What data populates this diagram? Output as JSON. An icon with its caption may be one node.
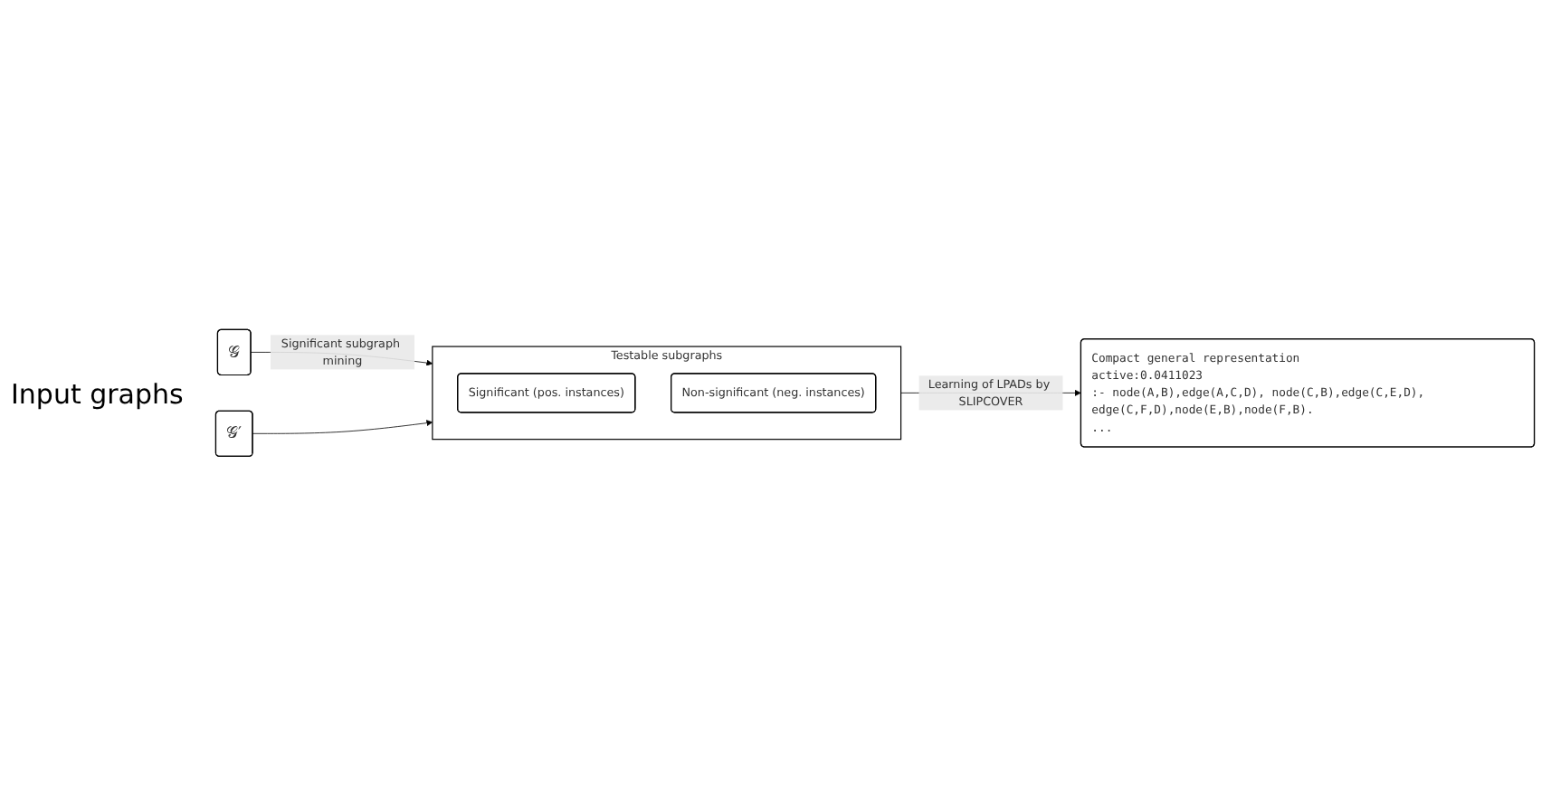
{
  "diagram": {
    "nodes": [
      {
        "text": [
          "𝒢"
        ]
      },
      {
        "text": [
          "𝒢′"
        ]
      },
      {
        "text": [
          "Testable subgraphs"
        ]
      },
      {
        "text": [
          "Significant (pos. instances)"
        ],
        "in": 2
      },
      {
        "text": [
          "Non-significant (neg. instances)"
        ],
        "in": 2
      },
      {
        "text": [
          "Compact general representation",
          "active:0.0411023",
          ":- node(A,B),edge(A,C,D), node(C,B),edge(C,E,D), edge(C,F,D),node(E,B),node(F,B).",
          "..."
        ]
      }
    ],
    "edges": [
      {
        "from": 0,
        "to": 2,
        "arrow": "to",
        "label": "Significant subgraph mining"
      },
      {
        "from": 1,
        "to": 2,
        "arrow": "to"
      },
      {
        "from": 2,
        "to": 5,
        "arrow": "to",
        "label": "Learning of LPADs by SLIPCOVER"
      }
    ],
    "labels": [
      "Input graphs"
    ]
  }
}
